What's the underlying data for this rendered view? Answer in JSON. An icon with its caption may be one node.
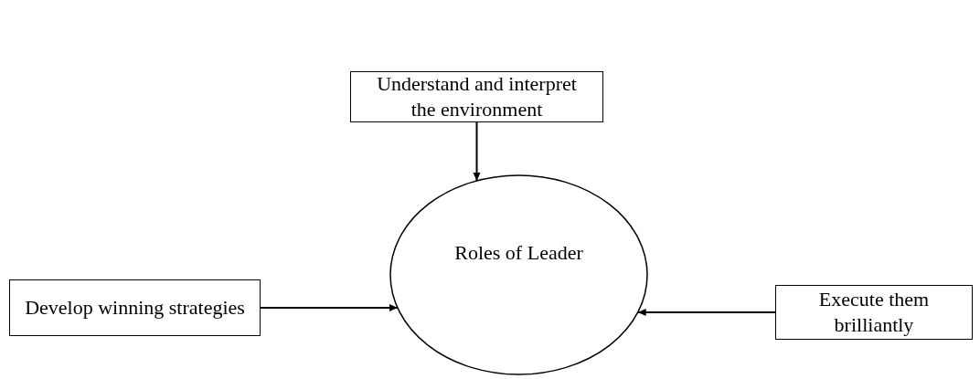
{
  "diagram": {
    "nodes": [
      {
        "text": [
          "Understand and interpret the environment"
        ]
      },
      {
        "text": [
          "Develop winning strategies"
        ]
      },
      {
        "text": [
          "Roles of Leader"
        ]
      },
      {
        "text": [
          "Execute them brilliantly"
        ]
      }
    ],
    "edges": [
      {
        "from": 0,
        "to": 2,
        "arrow": "to"
      },
      {
        "from": 1,
        "to": 2,
        "arrow": "to"
      },
      {
        "from": 3,
        "to": 2,
        "arrow": "to"
      }
    ]
  }
}
